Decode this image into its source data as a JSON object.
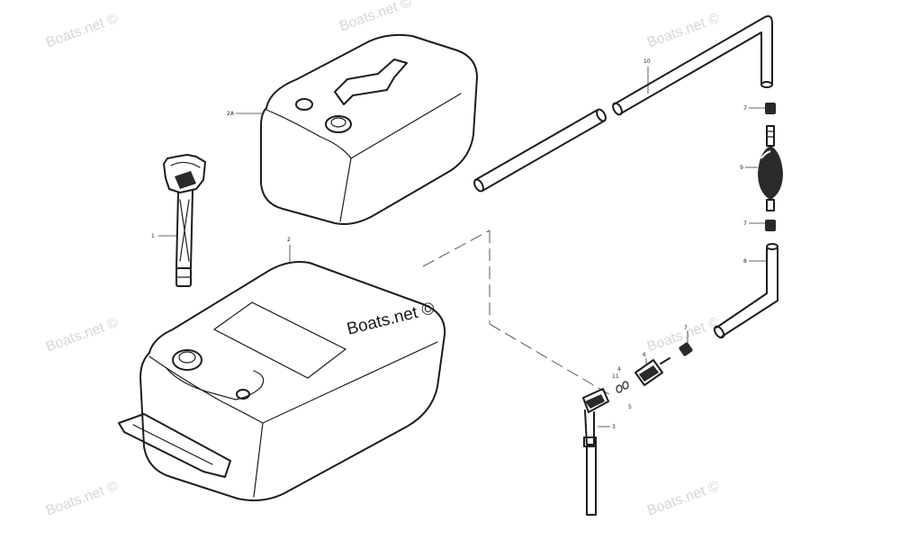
{
  "watermarks": {
    "repeated": "Boats.net ©",
    "center": "Boats.net ©"
  },
  "callouts": {
    "c1": "1",
    "c2": "2",
    "c2a": "2A",
    "c3": "3",
    "c4": "4",
    "c5": "5",
    "c6": "6",
    "c7_top": "7",
    "c7_bottom": "7",
    "c8": "8",
    "c9": "9",
    "c10": "10",
    "c11": "11",
    "c7_mid": "7"
  }
}
